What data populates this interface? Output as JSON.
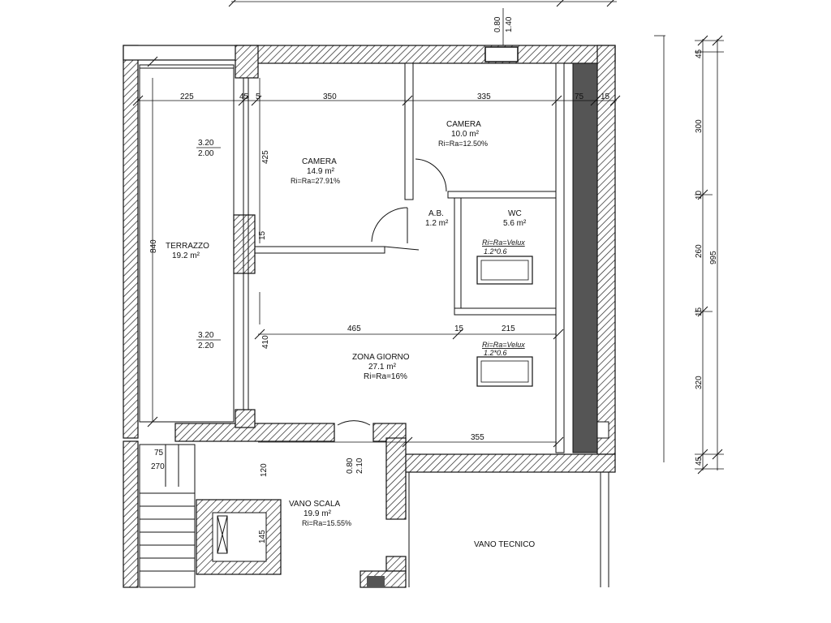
{
  "rooms": {
    "terrazzo": {
      "name": "TERRAZZO",
      "area": "19.2 m²"
    },
    "camera_main": {
      "name": "CAMERA",
      "area": "14.9 m²",
      "ratio": "Ri=Ra=27.91%"
    },
    "camera_small": {
      "name": "CAMERA",
      "area": "10.0 m²",
      "ratio": "Ri=Ra=12.50%"
    },
    "ab": {
      "name": "A.B.",
      "area": "1.2 m²"
    },
    "wc": {
      "name": "WC",
      "area": "5.6 m²",
      "ratio": "Ri=Ra=Velux",
      "window": "1.2*0.6"
    },
    "zona_giorno": {
      "name": "ZONA GIORNO",
      "area": "27.1 m²",
      "ratio": "Ri=Ra=16%",
      "velux": "Ri=Ra=Velux",
      "window": "1.2*0.6"
    },
    "vano_scala": {
      "name": "VANO SCALA",
      "area": "19.9 m²",
      "ratio": "Ri=Ra=15.55%"
    },
    "vano_tecnico": {
      "name": "VANO TECNICO"
    }
  },
  "dimensions": {
    "top_row": [
      "225",
      "45",
      "5",
      "350",
      "335",
      "75",
      "15"
    ],
    "right_col": [
      "45",
      "300",
      "10",
      "260",
      "995",
      "15",
      "320",
      "45"
    ],
    "terrazzo_height": "840",
    "camera_height": "425",
    "wall_15_left": "15",
    "zona_height": "410",
    "bottom_465": "465",
    "bottom_15": "15",
    "bottom_215": "215",
    "bottom_355": "355",
    "bottom_75": "75",
    "bottom_270": "270",
    "scala_120": "120",
    "scala_145": "145",
    "door_top_w": "0.80",
    "door_top_h": "1.40",
    "door_scala_w": "0.80",
    "door_scala_h": "2.10",
    "window1_w": "3.20",
    "window1_h": "2.00",
    "window2_w": "3.20",
    "window2_h": "2.20"
  }
}
